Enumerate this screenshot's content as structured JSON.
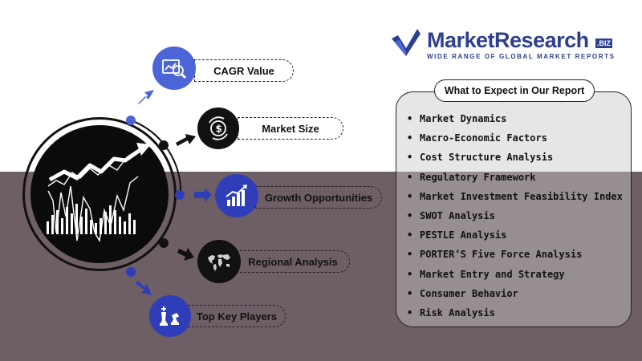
{
  "logo": {
    "name": "MarketResearch",
    "suffix": ".BIZ",
    "tagline": "WIDE RANGE OF GLOBAL MARKET REPORTS",
    "color": "#2f3f8f"
  },
  "features": [
    {
      "label": "CAGR Value",
      "icon": "magnifier-chart-icon"
    },
    {
      "label": "Market Size",
      "icon": "dollar-cycle-icon"
    },
    {
      "label": "Growth Opportunities",
      "icon": "growth-chart-icon"
    },
    {
      "label": "Regional Analysis",
      "icon": "world-map-icon"
    },
    {
      "label": "Top Key Players",
      "icon": "chess-pieces-icon"
    }
  ],
  "report": {
    "title": "What to Expect in Our Report",
    "items": [
      "Market Dynamics",
      "Macro-Economic Factors",
      "Cost Structure Analysis",
      "Regulatory Framework",
      "Market Investment Feasibility Index",
      "SWOT Analysis",
      "PESTLE Analysis",
      "PORTER’S Five Force Analysis",
      "Market Entry and Strategy",
      "Consumer Behavior",
      "Risk Analysis"
    ]
  },
  "colors": {
    "band": "#6e5f66",
    "blue": "#2f3db8",
    "light_blue": "#4b64d8",
    "dark": "#111111"
  }
}
